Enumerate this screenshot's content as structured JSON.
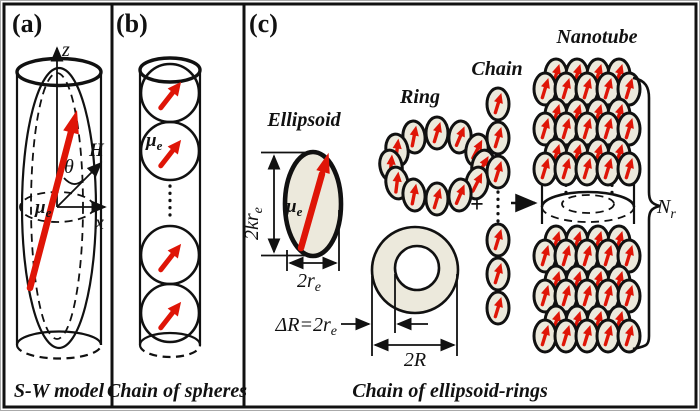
{
  "figure": {
    "colors": {
      "arrow_red": "#df1507",
      "cell_fill": "#ece9dc",
      "line": "#111111",
      "background": "#ffffff"
    },
    "panel_a": {
      "letter": "(a)",
      "caption": "S-W model",
      "z_axis": "z",
      "x_axis": "x",
      "field": "H",
      "angle": "θ",
      "moment": {
        "main": "μ",
        "sub": "e"
      }
    },
    "panel_b": {
      "letter": "(b)",
      "caption": "Chain of spheres",
      "moment": {
        "main": "μ",
        "sub": "e"
      },
      "spheres_count": 4
    },
    "panel_c": {
      "letter": "(c)",
      "caption": "Chain of ellipsoid-rings",
      "ellipsoid_label": "Ellipsoid",
      "ring_label": "Ring",
      "chain_label": "Chain",
      "nanotube_label": "Nanotube",
      "plus": "+",
      "moment": {
        "main": "μ",
        "sub": "e"
      },
      "dim_height": {
        "main": "2kr",
        "sub": "e"
      },
      "dim_width": {
        "main": "2r",
        "sub": "e"
      },
      "dim_ring_thickness": {
        "main": "ΔR=2r",
        "sub": "e"
      },
      "dim_ring_diameter": "2R",
      "ring_count": {
        "main": "N",
        "sub": "r"
      },
      "ring_cells": 12,
      "chain_cells": 6
    }
  }
}
